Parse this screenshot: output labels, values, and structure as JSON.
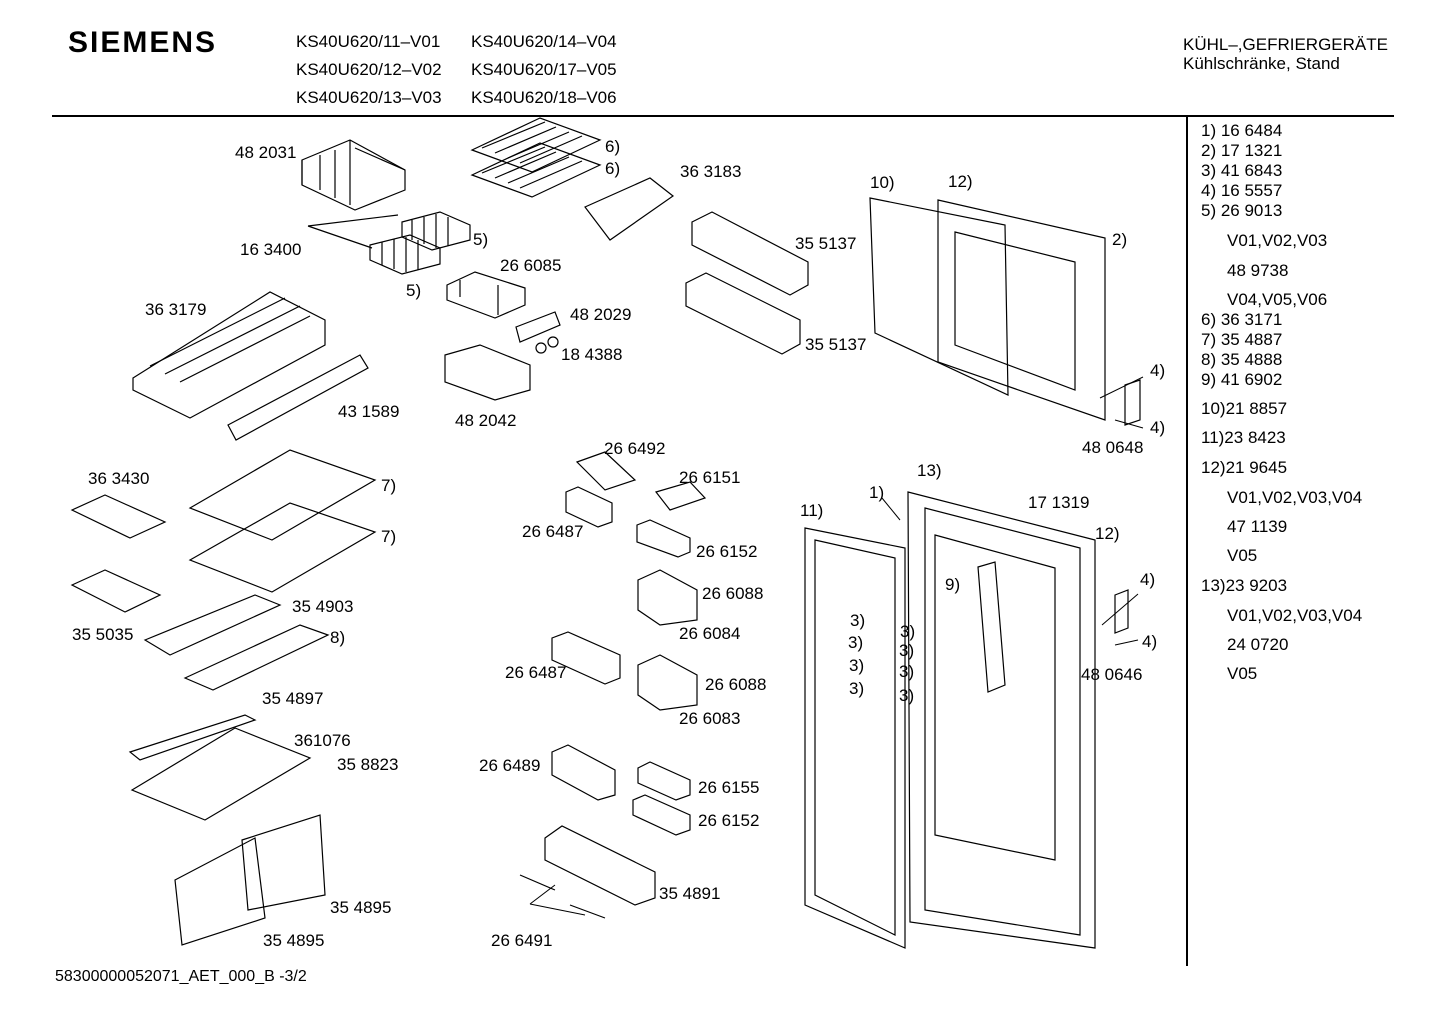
{
  "header": {
    "brand": "SIEMENS",
    "models": [
      "KS40U620/11–V01",
      "KS40U620/14–V04",
      "KS40U620/12–V02",
      "KS40U620/17–V05",
      "KS40U620/13–V03",
      "KS40U620/18–V06"
    ],
    "category_line1": "KÜHL–,GEFRIERGERÄTE",
    "category_line2": "Kühlschränke, Stand"
  },
  "legend": [
    "1) 16 6484",
    "2) 17 1321",
    "3) 41 6843",
    "4) 16 5557",
    "5) 26 9013",
    "V01,V02,V03",
    "48 9738",
    "V04,V05,V06",
    "6) 36 3171",
    "7) 35 4887",
    "8) 35 4888",
    "9) 41 6902",
    "10)21 8857",
    "11)23 8423",
    "12)21 9645",
    "V01,V02,V03,V04",
    "47 1139",
    "V05",
    "13)23 9203",
    "V01,V02,V03,V04",
    "24 0720",
    "V05"
  ],
  "parts": [
    "48 2031",
    "6)",
    "6)",
    "36 3183",
    "10)",
    "12)",
    "16 3400",
    "5)",
    "26 6085",
    "5)",
    "35 5137",
    "2)",
    "36 3179",
    "48 2029",
    "18 4388",
    "35 5137",
    "43 1589",
    "48 2042",
    "4)",
    "4)",
    "48 0648",
    "26 6492",
    "13)",
    "36 3430",
    "7)",
    "26 6151",
    "1)",
    "17 1319",
    "11)",
    "26 6487",
    "7)",
    "26 6152",
    "12)",
    "9)",
    "4)",
    "26 6088",
    "35 4903",
    "35 5035",
    "8)",
    "26 6084",
    "3)",
    "3)",
    "3)",
    "3)",
    "4)",
    "3)",
    "3)",
    "3)",
    "3)",
    "26 6487",
    "26 6088",
    "48 0646",
    "35 4897",
    "26 6083",
    "361076",
    "35 8823",
    "26 6489",
    "26 6155",
    "26 6152",
    "35 4891",
    "35 4895",
    "35 4895",
    "26 6491"
  ],
  "footer": "58300000052071_AET_000_B -3/2"
}
